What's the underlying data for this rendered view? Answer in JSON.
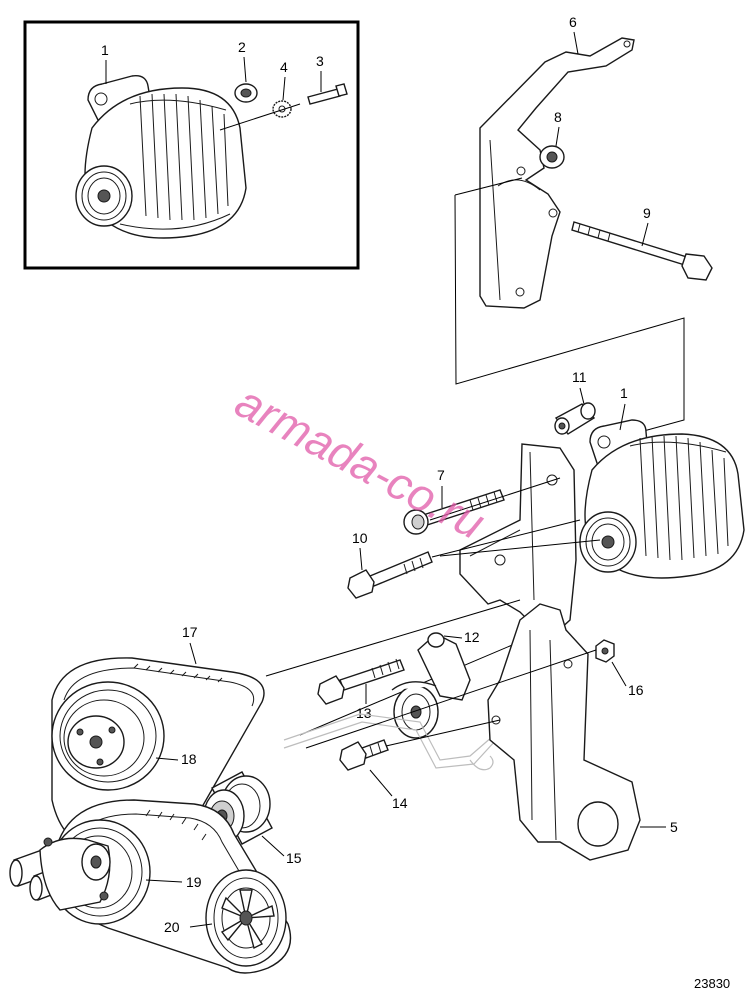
{
  "diagram": {
    "watermark": "armada-co.ru",
    "doc_number": "23830",
    "labels": {
      "inset_1": "1",
      "p2": "2",
      "p3": "3",
      "p4": "4",
      "p6": "6",
      "p8": "8",
      "p9": "9",
      "p11": "11",
      "main_1": "1",
      "p7": "7",
      "p10": "10",
      "p12": "12",
      "p13": "13",
      "p14": "14",
      "p16": "16",
      "p5": "5",
      "p17": "17",
      "p18": "18",
      "p15": "15",
      "p19": "19",
      "p20": "20"
    }
  }
}
